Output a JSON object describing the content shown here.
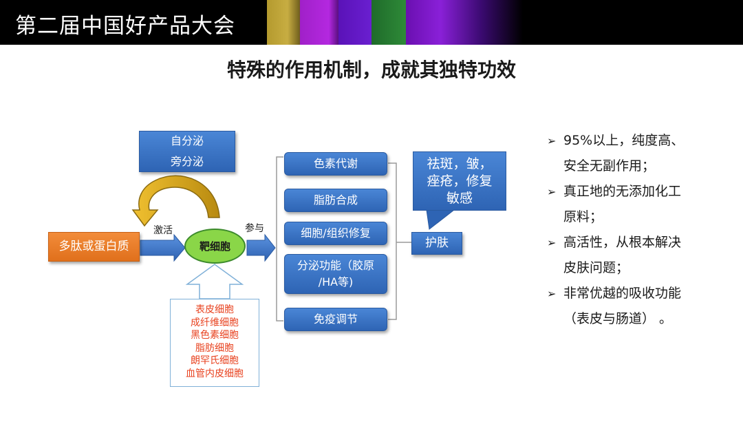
{
  "banner": {
    "title": "第二届中国好产品大会"
  },
  "slide": {
    "title": "特殊的作用机制，成就其独特功效"
  },
  "diagram": {
    "source": "多肽或蛋白质",
    "secretion": [
      "自分泌",
      "旁分泌"
    ],
    "activate_label": "激活",
    "target": "靶细胞",
    "participate_label": "参与",
    "cells": [
      "表皮细胞",
      "成纤维细胞",
      "黑色素细胞",
      "脂肪细胞",
      "朗罕氏细胞",
      "血管内皮细胞"
    ],
    "processes": [
      "色素代谢",
      "脂肪合成",
      "细胞/组织修复",
      "分泌功能（胶原",
      "/HA等)",
      "免疫调节"
    ],
    "skincare": "护肤",
    "effects": [
      "祛斑，皱，",
      "痤疮，修复",
      "敏感"
    ]
  },
  "bullets": [
    {
      "mark": "➢",
      "lines": [
        "95%以上，纯度高、",
        "安全无副作用；"
      ]
    },
    {
      "mark": "➢",
      "lines": [
        "真正地的无添加化工",
        "原料；"
      ]
    },
    {
      "mark": "➢",
      "lines": [
        "高活性，从根本解决",
        "皮肤问题；"
      ]
    },
    {
      "mark": "➢",
      "lines": [
        "非常优越的吸收功能",
        "（表皮与肠道）  。"
      ]
    }
  ]
}
